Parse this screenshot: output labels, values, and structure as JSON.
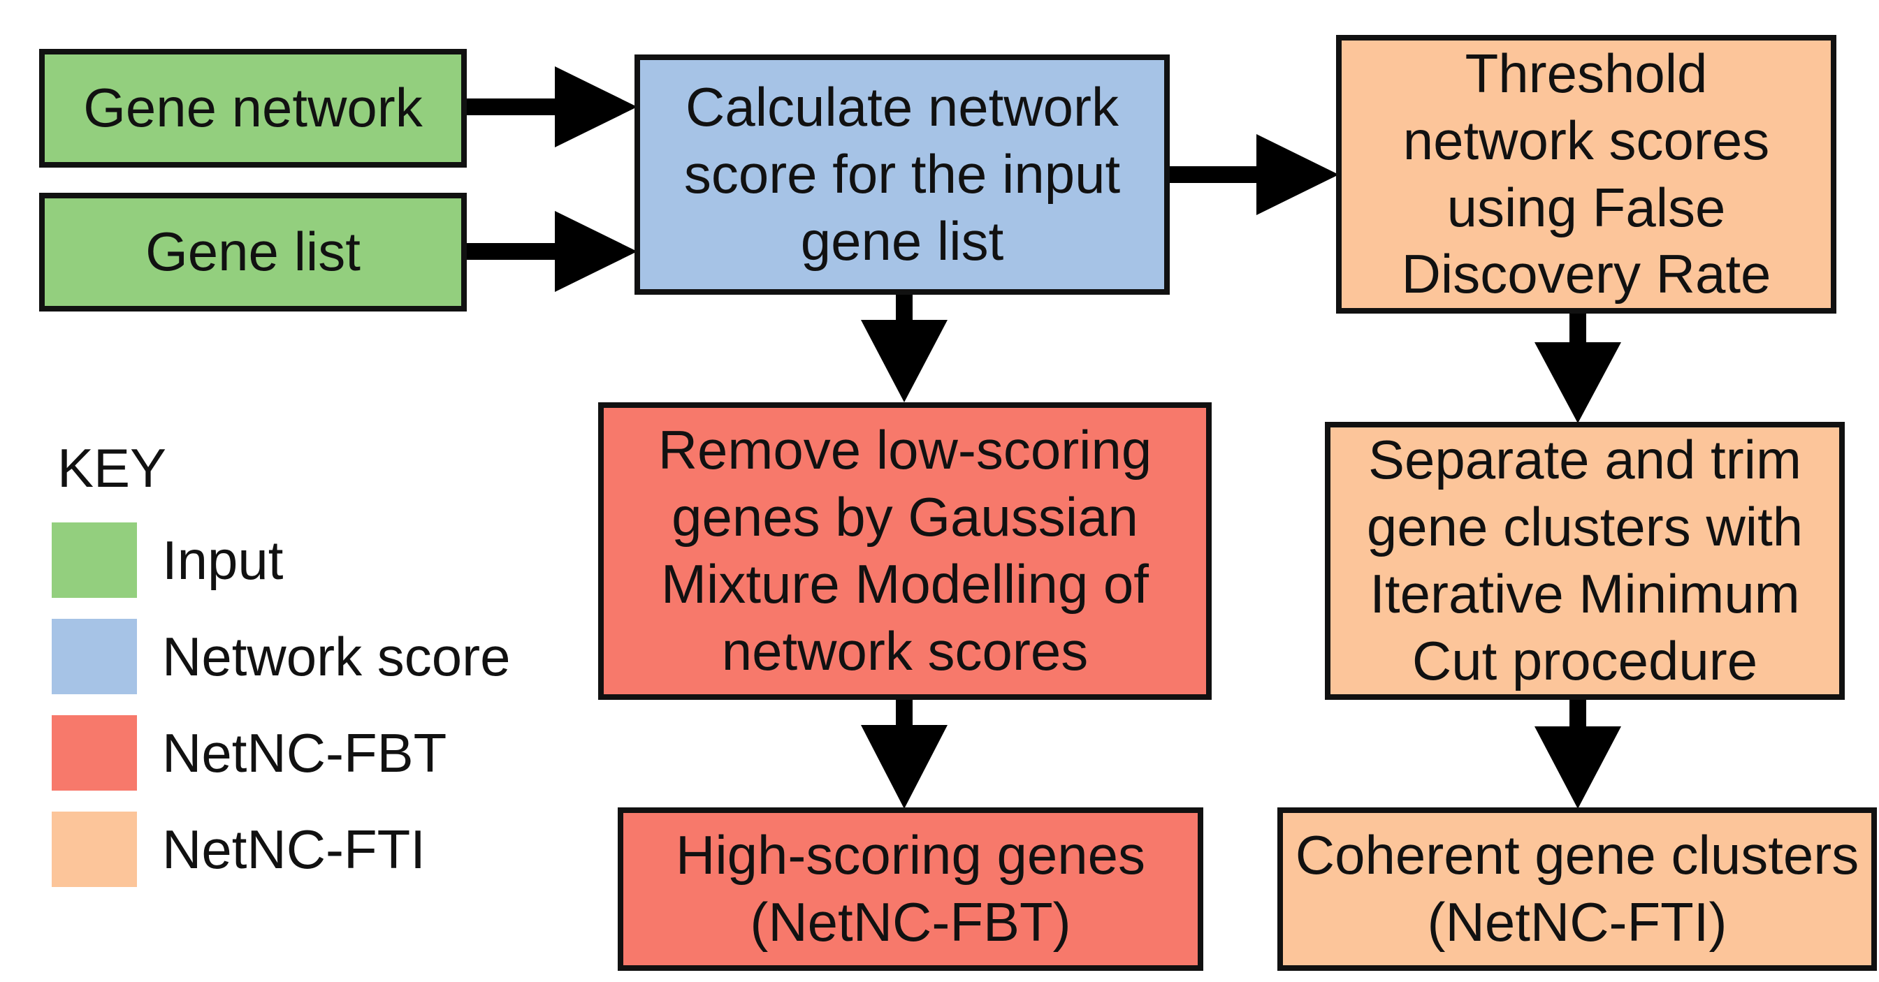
{
  "nodes": {
    "gene_network": "Gene network",
    "gene_list": "Gene list",
    "calculate": "Calculate network score for the input gene list",
    "threshold": "Threshold network scores using False Discovery Rate",
    "remove": "Remove low-scoring genes by Gaussian Mixture Modelling of network scores",
    "separate": "Separate and trim gene clusters with Iterative Minimum Cut procedure",
    "high_scoring": "High-scoring genes (NetNC-FBT)",
    "coherent": "Coherent gene clusters (NetNC-FTI)"
  },
  "key": {
    "title": "KEY",
    "items": [
      {
        "label": "Input",
        "color": "#93cf7e"
      },
      {
        "label": "Network score",
        "color": "#a6c3e6"
      },
      {
        "label": "NetNC-FBT",
        "color": "#f7796b"
      },
      {
        "label": "NetNC-FTI",
        "color": "#fcc59a"
      }
    ]
  },
  "colors": {
    "input": "#93cf7e",
    "network_score": "#a6c3e6",
    "netnc_fbt": "#f7796b",
    "netnc_fti": "#fcc59a",
    "outline": "#111111"
  }
}
